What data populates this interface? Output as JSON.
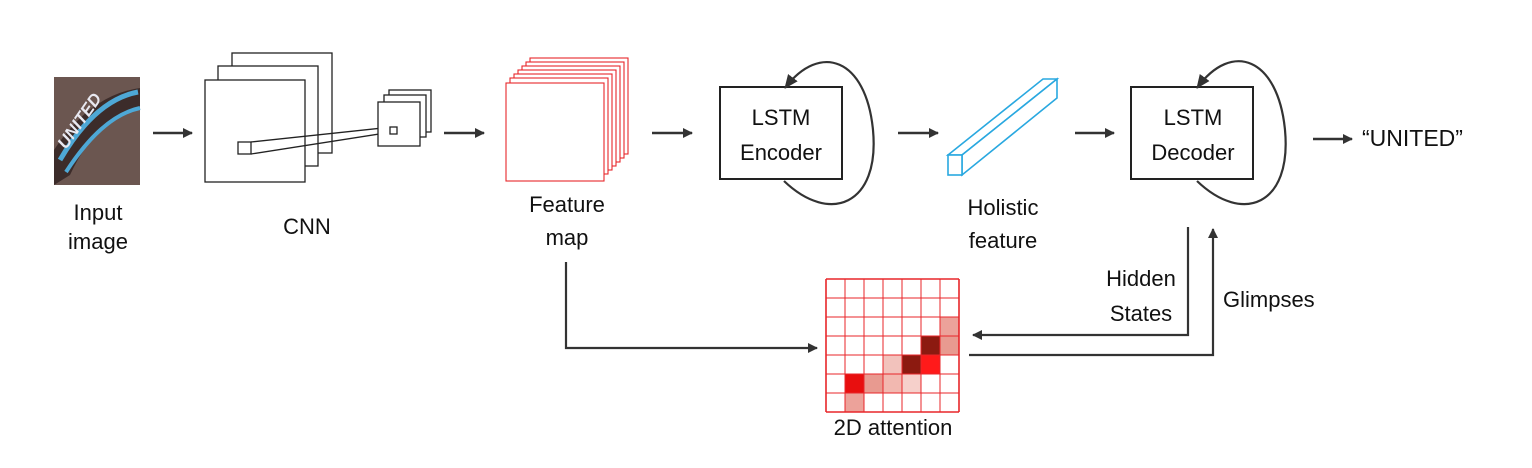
{
  "labels": {
    "input_line1": "Input",
    "input_line2": "image",
    "cnn": "CNN",
    "feature_line1": "Feature",
    "feature_line2": "map",
    "encoder_line1": "LSTM",
    "encoder_line2": "Encoder",
    "holistic_line1": "Holistic",
    "holistic_line2": "feature",
    "decoder_line1": "LSTM",
    "decoder_line2": "Decoder",
    "output": "“UNITED”",
    "hidden_line1": "Hidden",
    "hidden_line2": "States",
    "glimpses": "Glimpses",
    "attention": "2D attention"
  },
  "input_image_text": "UNITED",
  "colors": {
    "feature_map": "#e8262a",
    "holistic": "#29a8e0",
    "attention_grid": "#e8262a",
    "arrow": "#333333"
  },
  "attention_cells": [
    {
      "row": 2,
      "col": 6,
      "shade": "#eca29a"
    },
    {
      "row": 3,
      "col": 5,
      "shade": "#8c1a10"
    },
    {
      "row": 3,
      "col": 6,
      "shade": "#e89a90"
    },
    {
      "row": 4,
      "col": 3,
      "shade": "#f2c2bc"
    },
    {
      "row": 4,
      "col": 4,
      "shade": "#8c1a10"
    },
    {
      "row": 4,
      "col": 5,
      "shade": "#ff1a1a"
    },
    {
      "row": 5,
      "col": 1,
      "shade": "#e80f0f"
    },
    {
      "row": 5,
      "col": 2,
      "shade": "#e89a90"
    },
    {
      "row": 5,
      "col": 3,
      "shade": "#f2b8b0"
    },
    {
      "row": 5,
      "col": 4,
      "shade": "#f6d0cb"
    },
    {
      "row": 6,
      "col": 1,
      "shade": "#eca29a"
    }
  ]
}
